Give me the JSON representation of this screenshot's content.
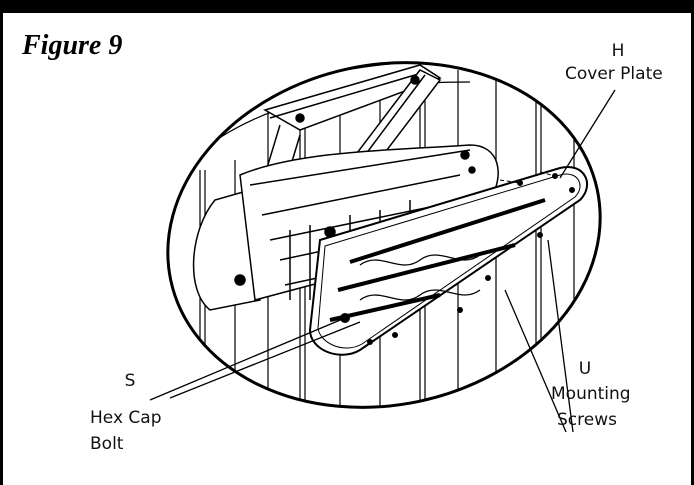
{
  "figure": {
    "title": "Figure 9"
  },
  "callouts": {
    "h": {
      "letter": "H",
      "name": "Cover Plate"
    },
    "s": {
      "letter": "S",
      "name_line1": "Hex Cap",
      "name_line2": "Bolt"
    },
    "u": {
      "letter": "U",
      "name_line1": "Mounting",
      "name_line2": "Screws"
    }
  },
  "colors": {
    "line": "#000000",
    "background": "#ffffff"
  }
}
